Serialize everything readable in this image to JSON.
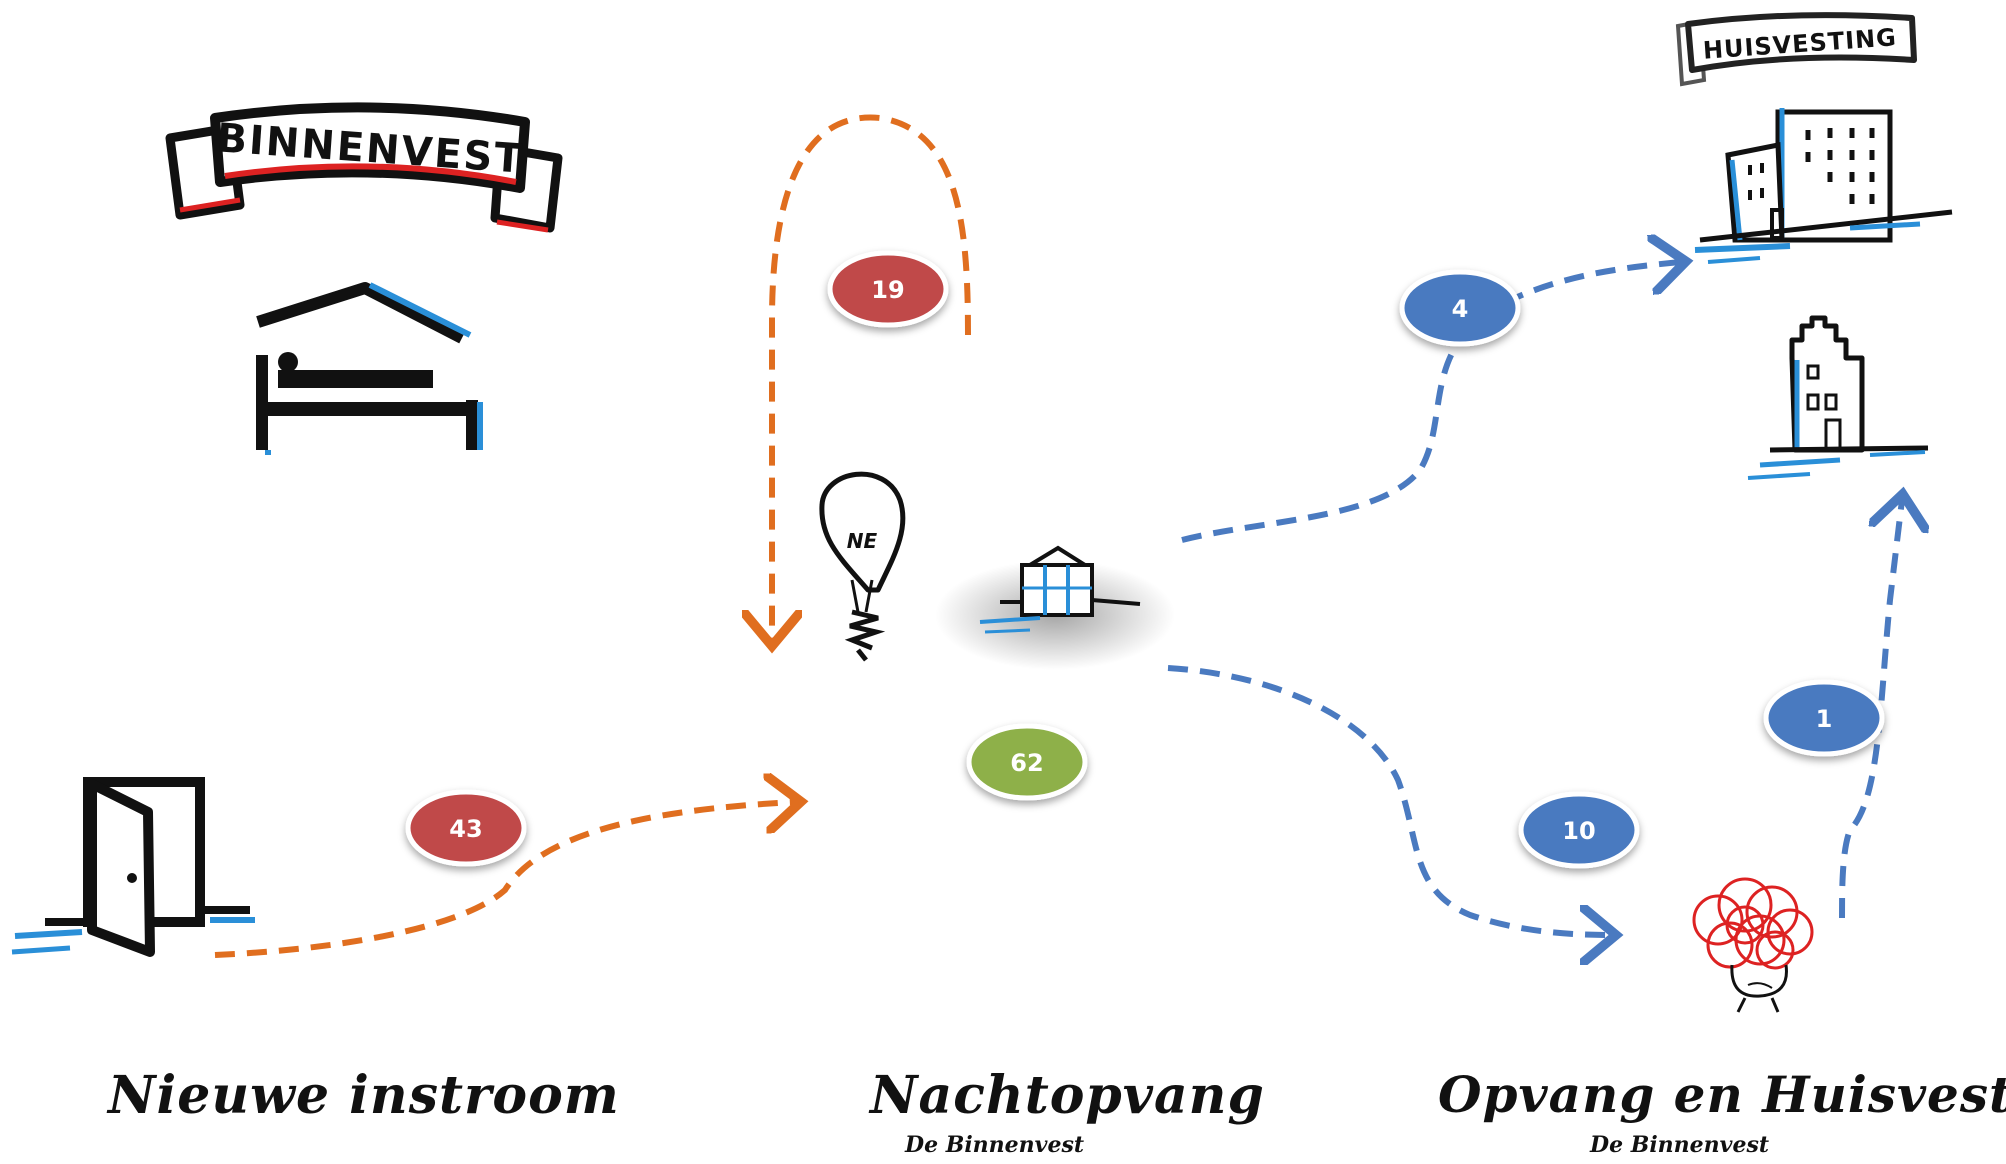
{
  "banners": {
    "binnenvest": "BINNENVEST",
    "huisvesting": "HUISVESTING"
  },
  "bulb_text": "NE",
  "badges": {
    "b43": "43",
    "b19": "19",
    "b62": "62",
    "b4": "4",
    "b10": "10",
    "b1": "1"
  },
  "labels": {
    "nieuwe_instroom": "Nieuwe instroom",
    "nachtopvang": "Nachtopvang",
    "nachtopvang_sub": "De Binnenvest",
    "opvang": "Opvang en Huisvesting",
    "opvang_sub": "De Binnenvest"
  },
  "colors": {
    "orange": "#E06E1F",
    "blue": "#4A7AC0",
    "red_badge": "#C0484A",
    "green_badge": "#8EB04A",
    "blue_badge": "#4A7AC0"
  },
  "icons": [
    "bed-shelter-icon",
    "door-icon",
    "light-bulb-icon",
    "shelter-building-icon",
    "apartment-building-icon",
    "townhouse-icon",
    "confused-person-icon"
  ]
}
